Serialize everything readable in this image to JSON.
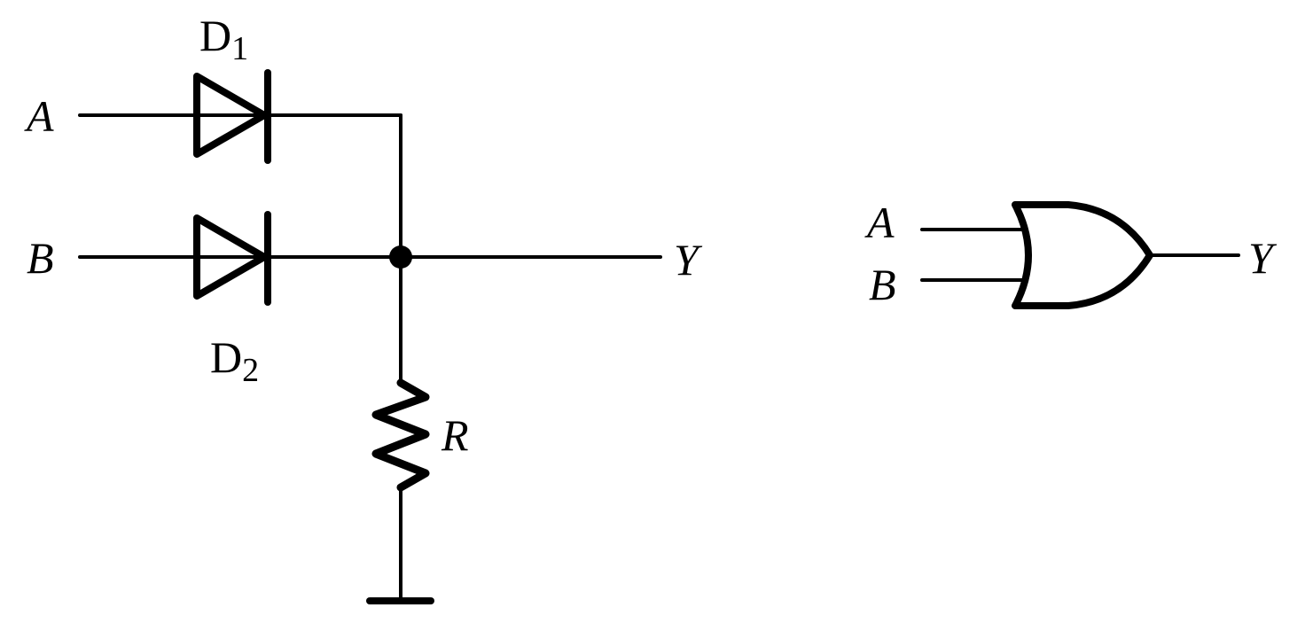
{
  "diode_circuit": {
    "input_a": "A",
    "input_b": "B",
    "diode1": {
      "letter": "D",
      "subscript": "1"
    },
    "diode2": {
      "letter": "D",
      "subscript": "2"
    },
    "resistor": "R",
    "output": "Y"
  },
  "or_gate": {
    "input_a": "A",
    "input_b": "B",
    "output": "Y"
  },
  "colors": {
    "stroke": "#000000",
    "background": "#ffffff"
  }
}
